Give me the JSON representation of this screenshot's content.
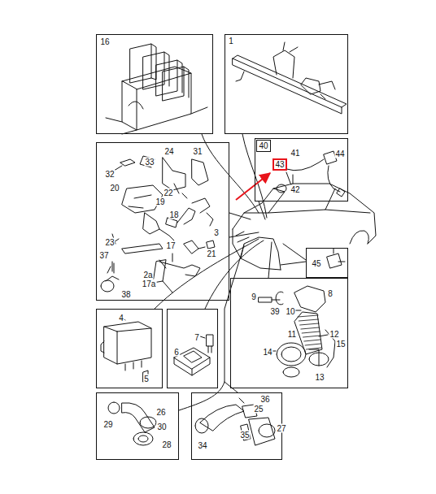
{
  "diagram": {
    "nodes": [
      {
        "text": [
          "16"
        ]
      },
      {
        "text": [
          "1"
        ]
      },
      {
        "text": [
          "41",
          "44",
          "42"
        ]
      },
      {
        "text": [
          "40"
        ],
        "in": 2
      },
      {
        "text": [
          "43"
        ],
        "in": 2
      },
      {
        "text": [
          "24",
          "31",
          "33",
          "32",
          "22",
          "20",
          "19",
          "18",
          "3",
          "23",
          "17",
          "37",
          "21",
          "2a",
          "17a",
          "38"
        ]
      },
      {
        "text": [
          "45"
        ]
      },
      {
        "text": [
          "4",
          "5"
        ]
      },
      {
        "text": [
          "7",
          "6"
        ]
      },
      {
        "text": [
          "8",
          "9",
          "39",
          "10",
          "11",
          "12",
          "15",
          "14",
          "13"
        ]
      },
      {
        "text": [
          "26",
          "29",
          "30",
          "28"
        ]
      },
      {
        "text": [
          "36",
          "25",
          "27",
          "35",
          "34"
        ]
      }
    ]
  }
}
